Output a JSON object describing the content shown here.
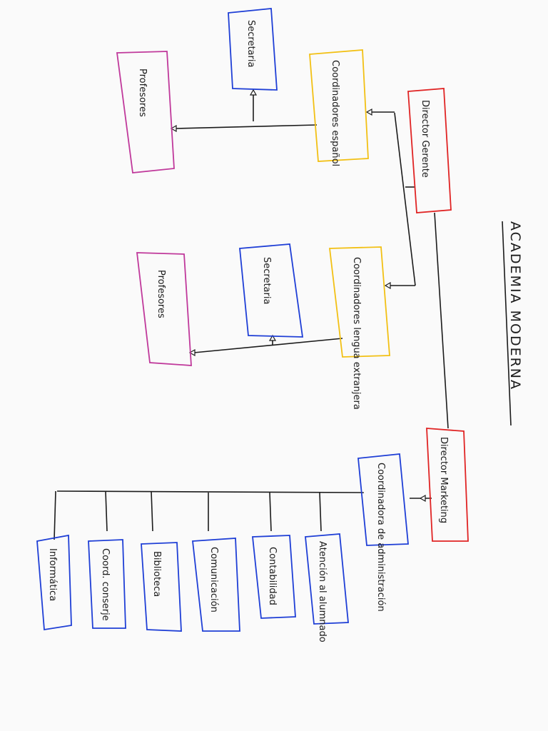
{
  "title": "ACADEMIA MODERNA",
  "colors": {
    "background": "#fafafa",
    "ink": "#1b1b1b",
    "red": "#e02424",
    "yellow": "#f2c014",
    "blue": "#1f3fd6",
    "magenta": "#c0399b"
  },
  "nodes": {
    "director_gerente": {
      "label": "Director Gerente",
      "color": "red"
    },
    "director_marketing": {
      "label": "Director Marketing",
      "color": "red"
    },
    "coord_espanol": {
      "label": "Coordinadores español",
      "color": "yellow"
    },
    "coord_lengua_extranjera": {
      "label": "Coordinadores lengua extranjera",
      "color": "yellow"
    },
    "coord_administracion": {
      "label": "Coordinadora de administración",
      "color": "blue"
    },
    "secretaria_espanol": {
      "label": "Secretaria",
      "color": "blue"
    },
    "secretaria_extranjera": {
      "label": "Secretaria",
      "color": "blue"
    },
    "profesores_espanol": {
      "label": "Profesores",
      "color": "magenta"
    },
    "profesores_extranjera": {
      "label": "Profesores",
      "color": "magenta"
    },
    "atencion_alumnado": {
      "label": "Atención al alumnado",
      "color": "blue"
    },
    "contabilidad": {
      "label": "Contabilidad",
      "color": "blue"
    },
    "comunicacion": {
      "label": "Comunicación",
      "color": "blue"
    },
    "biblioteca": {
      "label": "Biblioteca",
      "color": "blue"
    },
    "coord_conserje": {
      "label": "Coord. conserje",
      "color": "blue"
    },
    "informatica": {
      "label": "Informática",
      "color": "blue"
    }
  }
}
